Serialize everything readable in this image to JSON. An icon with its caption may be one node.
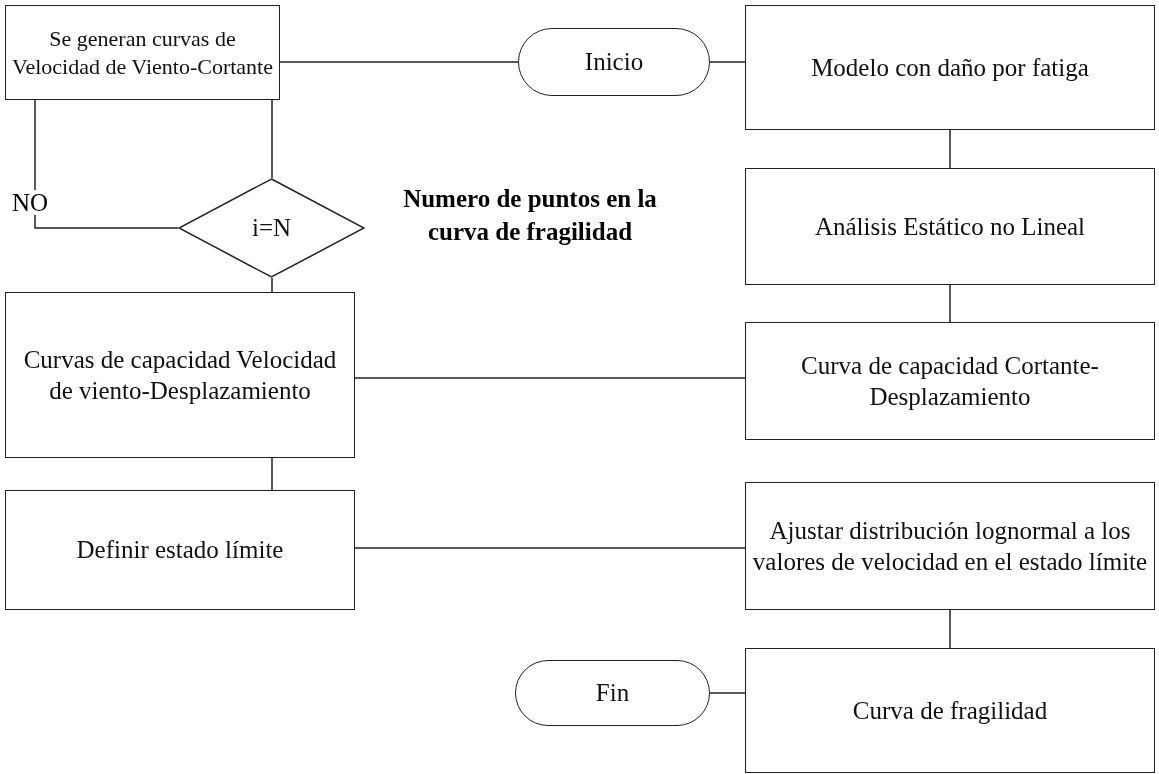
{
  "diagram": {
    "nodes": [
      {
        "text": [
          "Se generan  curvas de Velocidad de Viento-Cortante"
        ]
      },
      {
        "text": [
          "Inicio"
        ]
      },
      {
        "text": [
          "Modelo con daño por fatiga"
        ]
      },
      {
        "text": [
          "i=N"
        ]
      },
      {
        "text": [
          "Curvas de capacidad Velocidad de viento-Desplazamiento"
        ]
      },
      {
        "text": [
          "Análisis Estático no Lineal"
        ]
      },
      {
        "text": [
          "Curva de capacidad Cortante-Desplazamiento"
        ]
      },
      {
        "text": [
          "Definir estado límite"
        ]
      },
      {
        "text": [
          "Ajustar distribución lognormal a los valores de velocidad en el estado límite"
        ]
      },
      {
        "text": [
          "Fin"
        ]
      },
      {
        "text": [
          "Curva de fragilidad"
        ]
      }
    ],
    "edges": [
      {
        "from": 1,
        "to": 0,
        "arrow": "none"
      },
      {
        "from": 1,
        "to": 2,
        "arrow": "none"
      },
      {
        "from": 0,
        "to": 3,
        "arrow": "none"
      },
      {
        "from": 3,
        "to": 0,
        "arrow": "none",
        "label": "NO"
      },
      {
        "from": 2,
        "to": 5,
        "arrow": "none"
      },
      {
        "from": 3,
        "to": 4,
        "arrow": "none"
      },
      {
        "from": 5,
        "to": 6,
        "arrow": "none"
      },
      {
        "from": 6,
        "to": 4,
        "arrow": "none"
      },
      {
        "from": 4,
        "to": 7,
        "arrow": "none"
      },
      {
        "from": 7,
        "to": 8,
        "arrow": "none"
      },
      {
        "from": 8,
        "to": 10,
        "arrow": "none"
      },
      {
        "from": 10,
        "to": 9,
        "arrow": "none"
      }
    ],
    "labels": [
      "Numero de puntos en la curva de fragilidad"
    ]
  }
}
